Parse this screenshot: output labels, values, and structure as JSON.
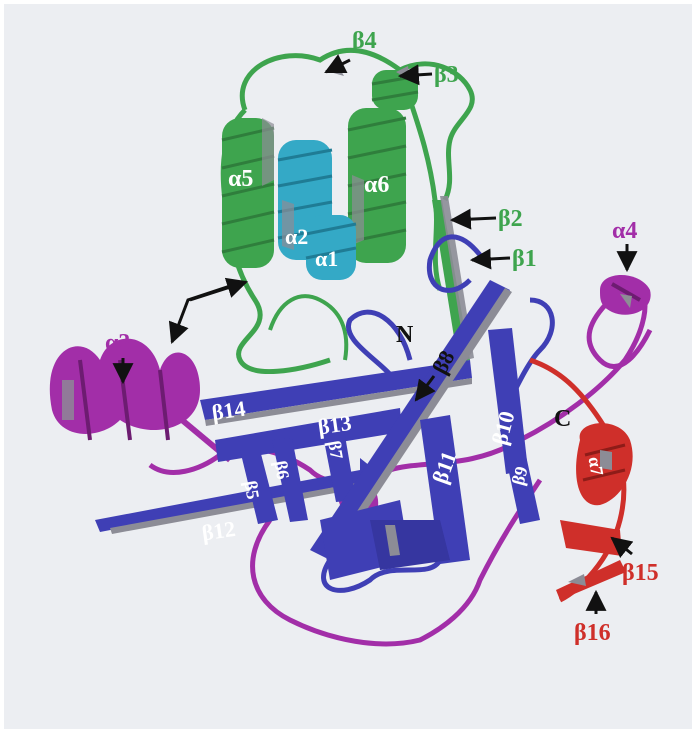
{
  "figure": {
    "kind": "protein ribbon diagram",
    "colors": {
      "green_domain": "#3ea44e",
      "cyan_helices": "#34a9c6",
      "blue_sheet": "#3f3fb5",
      "magenta_loops": "#a22ea8",
      "red_domain": "#cf2f2a",
      "background": "#eceef2",
      "strand_edge": "#8c8c96",
      "arrow": "#111111"
    },
    "labels": {
      "beta4": "β4",
      "beta3": "β3",
      "beta2": "β2",
      "beta1": "β1",
      "alpha5": "α5",
      "alpha2": "α2",
      "alpha6": "α6",
      "alpha1": "α1",
      "alpha4": "α4",
      "alpha3": "α3",
      "n_term": "N",
      "beta8": "β8",
      "beta14": "β14",
      "beta13": "β13",
      "beta7": "β7",
      "beta6": "β6",
      "beta5": "β5",
      "beta11": "β11",
      "beta10": "β10",
      "beta9": "β9",
      "c_term": "C",
      "alpha7": "α7",
      "beta12": "β12",
      "beta15": "β15",
      "beta16": "β16"
    }
  }
}
